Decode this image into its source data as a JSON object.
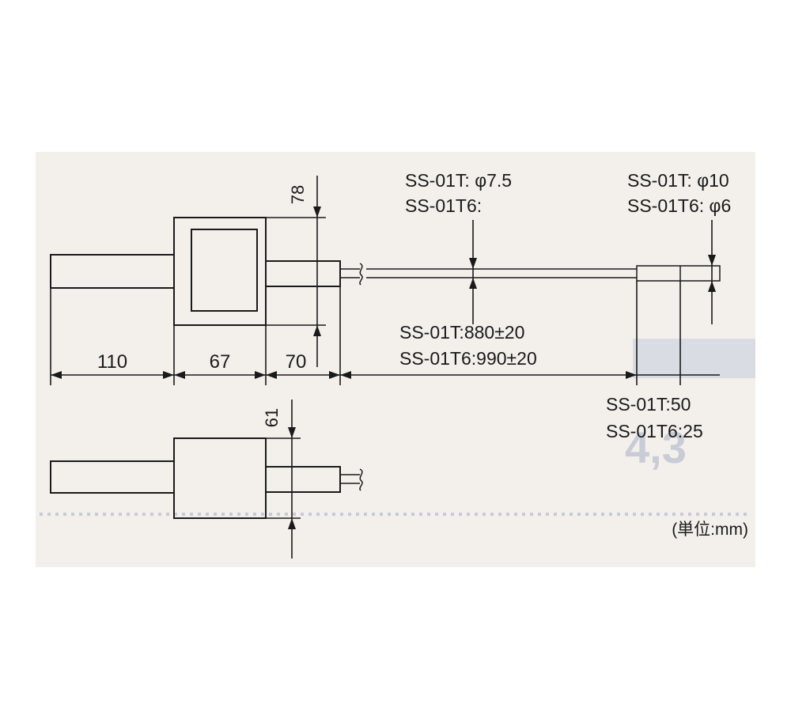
{
  "dimensions": {
    "d110": "110",
    "d67": "67",
    "d70": "70",
    "d78": "78",
    "d61": "61"
  },
  "labels": {
    "tip_diameter_1": "SS-01T: φ7.5",
    "tip_diameter_2": "SS-01T6:",
    "end_diameter_1": "SS-01T: φ10",
    "end_diameter_2": "SS-01T6: φ6",
    "length_1": "SS-01T:880±20",
    "length_2": "SS-01T6:990±20",
    "end_length_1": "SS-01T:50",
    "end_length_2": "SS-01T6:25",
    "unit": "(単位:mm)"
  }
}
